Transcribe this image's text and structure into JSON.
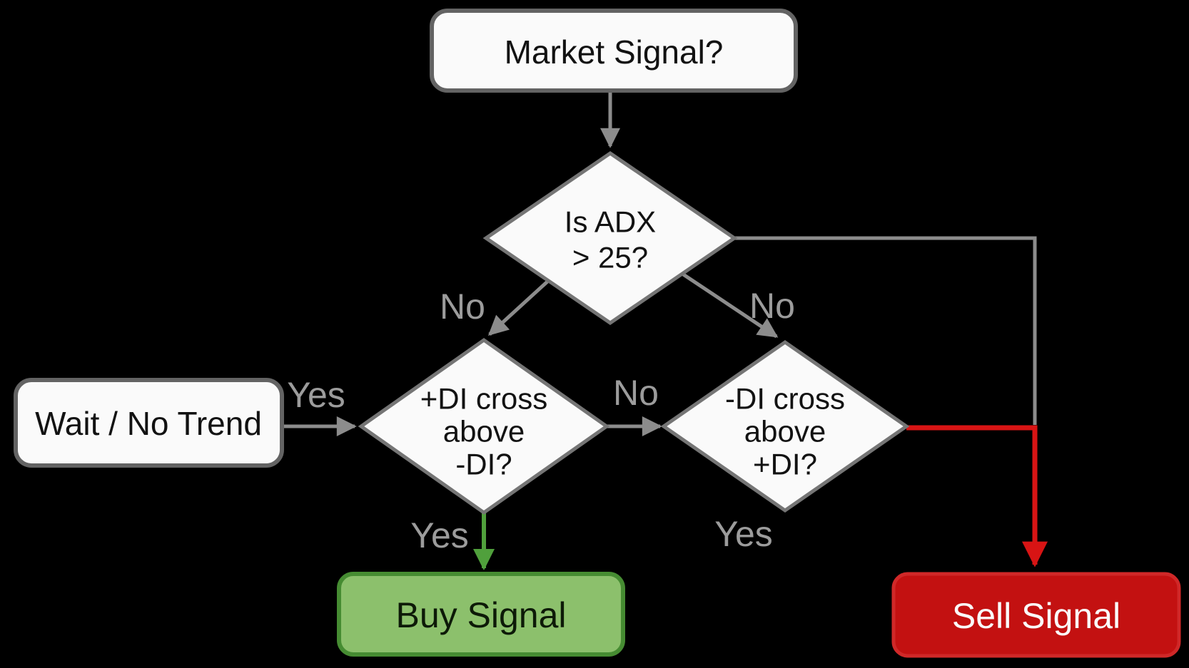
{
  "diagram": {
    "background": "#000000",
    "colors": {
      "node_fill": "#fafafa",
      "node_border": "#636363",
      "diamond_border": "#757575",
      "line_gray": "#8c8c8c",
      "label_gray": "#9c9c9c",
      "node_text": "#121212",
      "green_arrow": "#50a03c",
      "buy_fill": "#8cc06c",
      "buy_border": "#468c32",
      "buy_text": "#0d1a08",
      "red_arrow": "#d81414",
      "sell_fill": "#c31111",
      "sell_border": "#d02828",
      "sell_text": "#fafafa"
    },
    "nodes": {
      "market": {
        "label": "Market Signal?"
      },
      "adx": {
        "line1": "Is ADX",
        "line2": "> 25?"
      },
      "wait": {
        "label": "Wait / No Trend"
      },
      "plus_di": {
        "line1": "+DI cross",
        "line2": "above",
        "line3": "-DI?"
      },
      "minus_di": {
        "line1": "-DI cross",
        "line2": "above",
        "line3": "+DI?"
      },
      "buy": {
        "label": "Buy Signal"
      },
      "sell": {
        "label": "Sell Signal"
      }
    },
    "edge_labels": {
      "adx_to_plusdi": "No",
      "adx_to_minusdi": "No",
      "wait_to_plusdi": "Yes",
      "plusdi_to_minusdi": "No",
      "plusdi_to_buy": "Yes",
      "minusdi_to_sell": "Yes"
    }
  }
}
